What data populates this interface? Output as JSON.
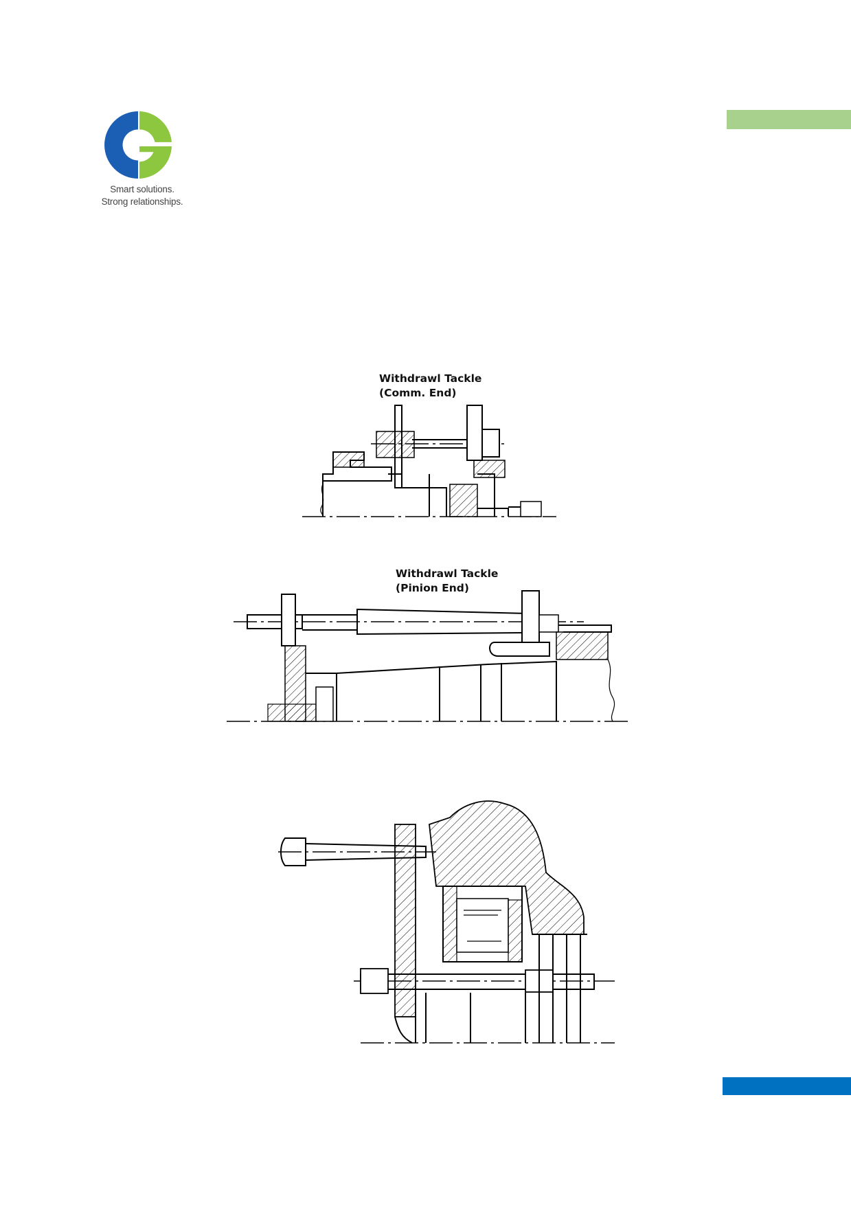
{
  "brand": {
    "logo_icon": "cg-logo-icon",
    "tagline_line1": "Smart solutions.",
    "tagline_line2": "Strong relationships.",
    "colors": {
      "blue": "#1a5fb4",
      "green": "#8dc63f",
      "header_bar": "#a9d18e",
      "footer_bar": "#0070c0"
    }
  },
  "figures": {
    "comm_end_caption": "Withdrawl Tackle (Comm. End)",
    "pinion_end_caption_line1": "Withdrawl Tackle",
    "pinion_end_caption_line2": "(Pinion End)"
  }
}
